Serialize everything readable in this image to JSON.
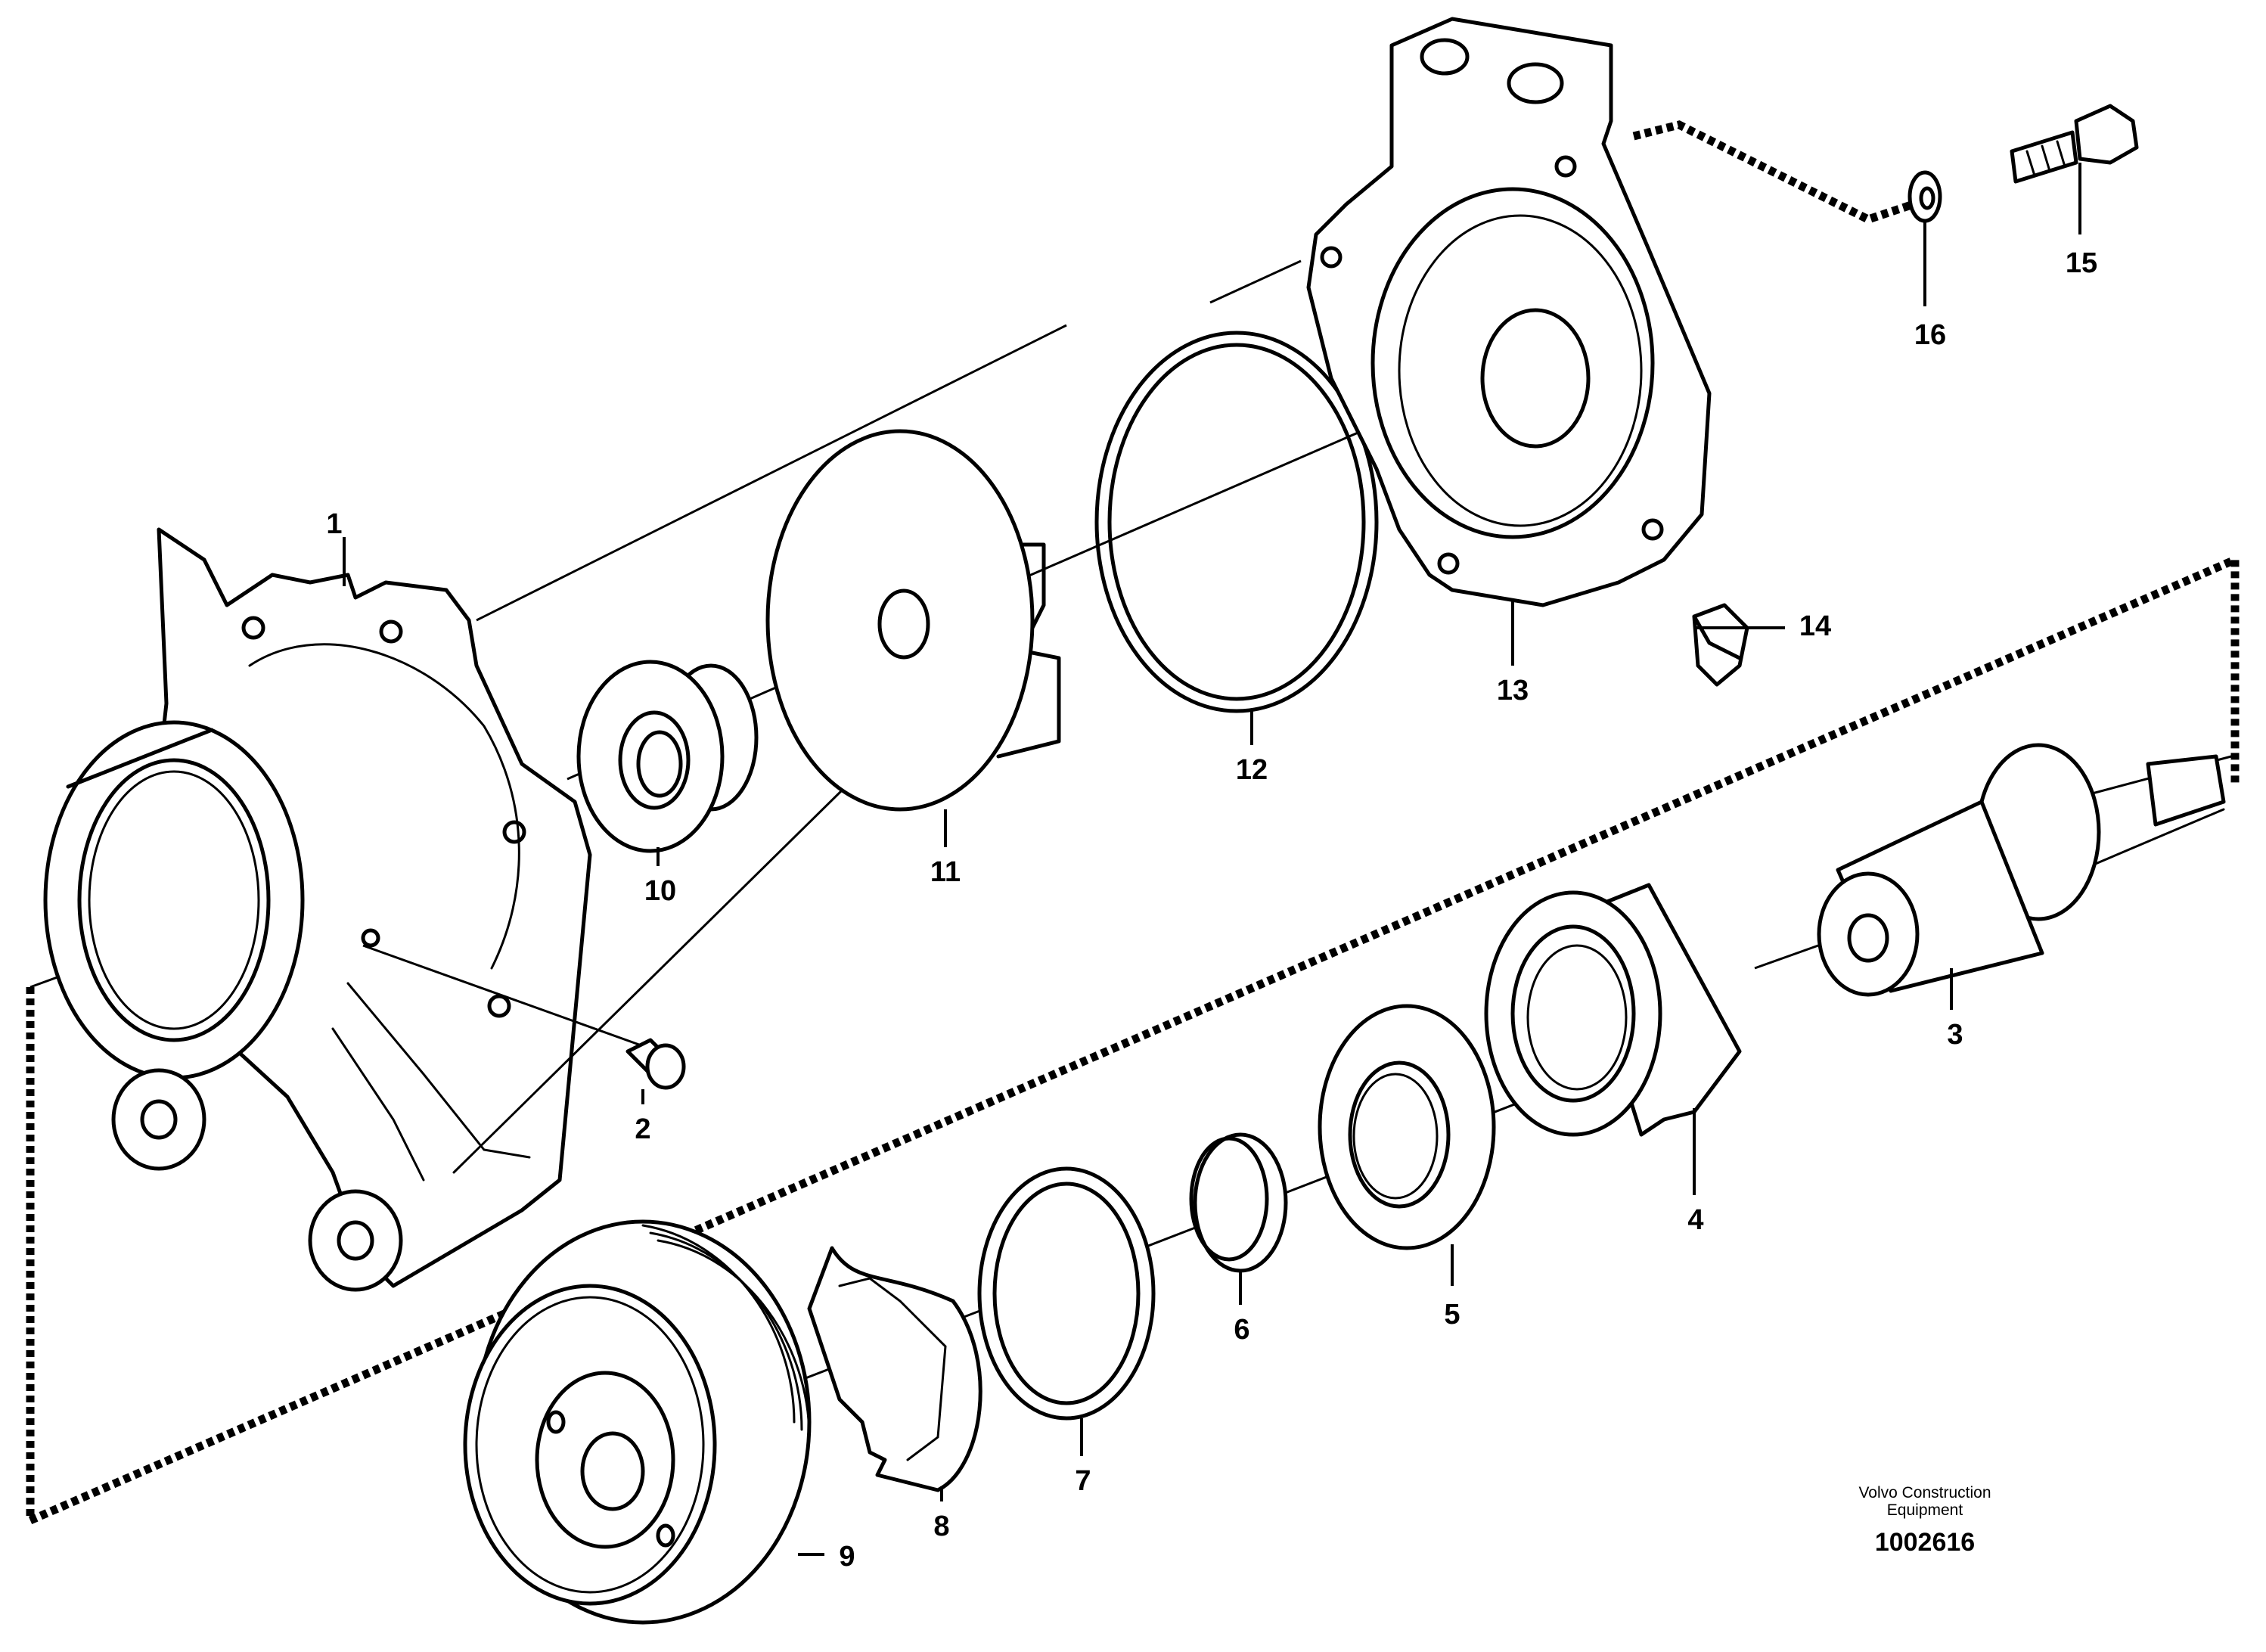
{
  "brand": {
    "line1": "Volvo Construction",
    "line2": "Equipment",
    "drawing_number": "1002616"
  },
  "callouts": [
    "1",
    "2",
    "3",
    "4",
    "5",
    "6",
    "7",
    "8",
    "9",
    "10",
    "11",
    "12",
    "13",
    "14",
    "15",
    "16"
  ]
}
